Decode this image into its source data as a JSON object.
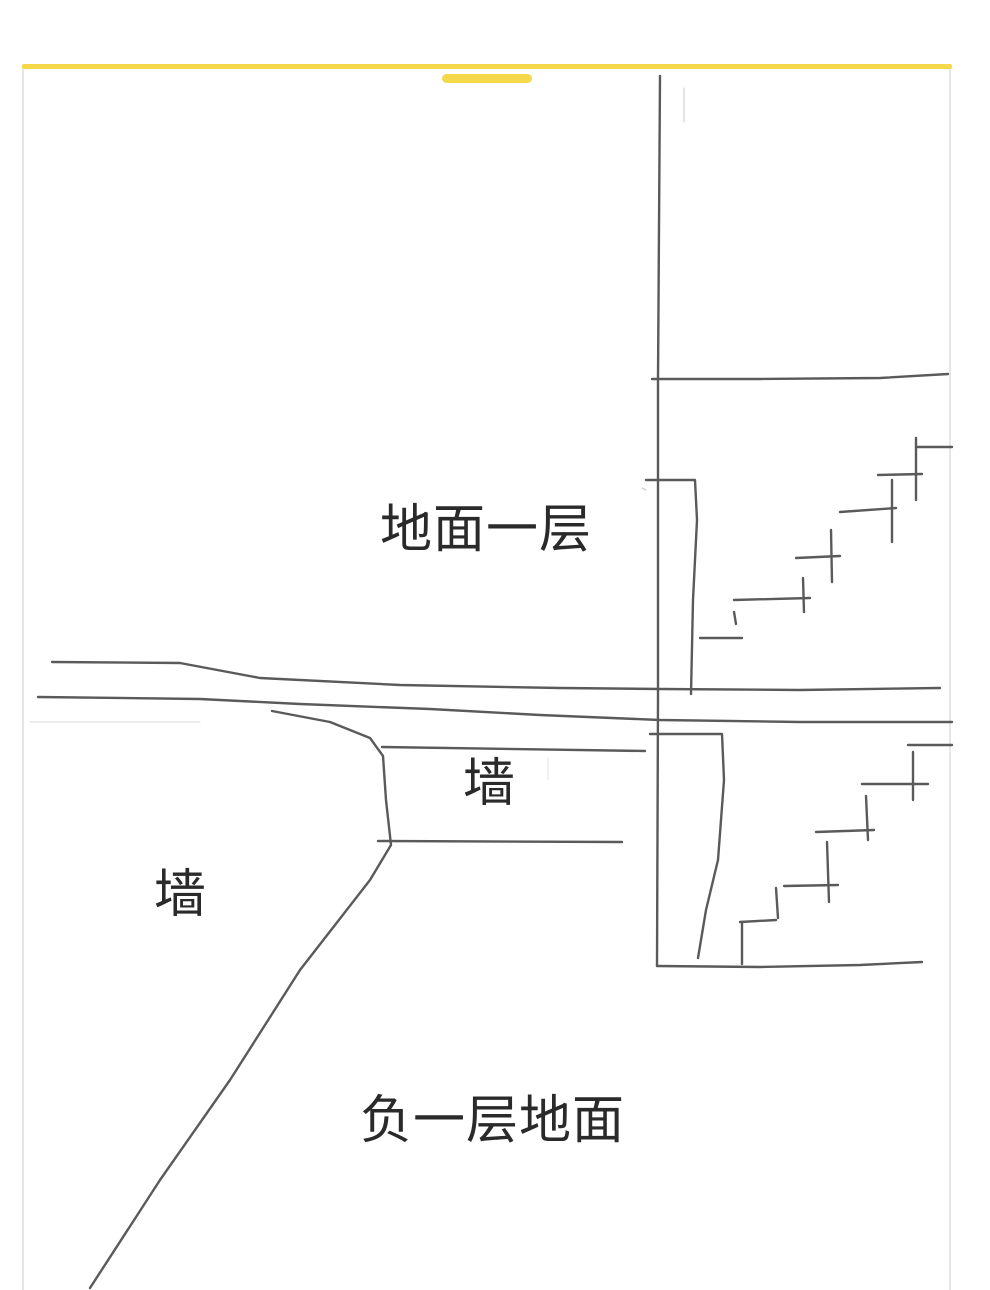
{
  "colors": {
    "accent": "#f5d84a",
    "line": "#5a5a5a",
    "text": "#2a2a2a"
  },
  "labels": {
    "ground_floor": "地面一层",
    "wall_center": "墙",
    "wall_left": "墙",
    "basement_floor": "负一层地面"
  }
}
